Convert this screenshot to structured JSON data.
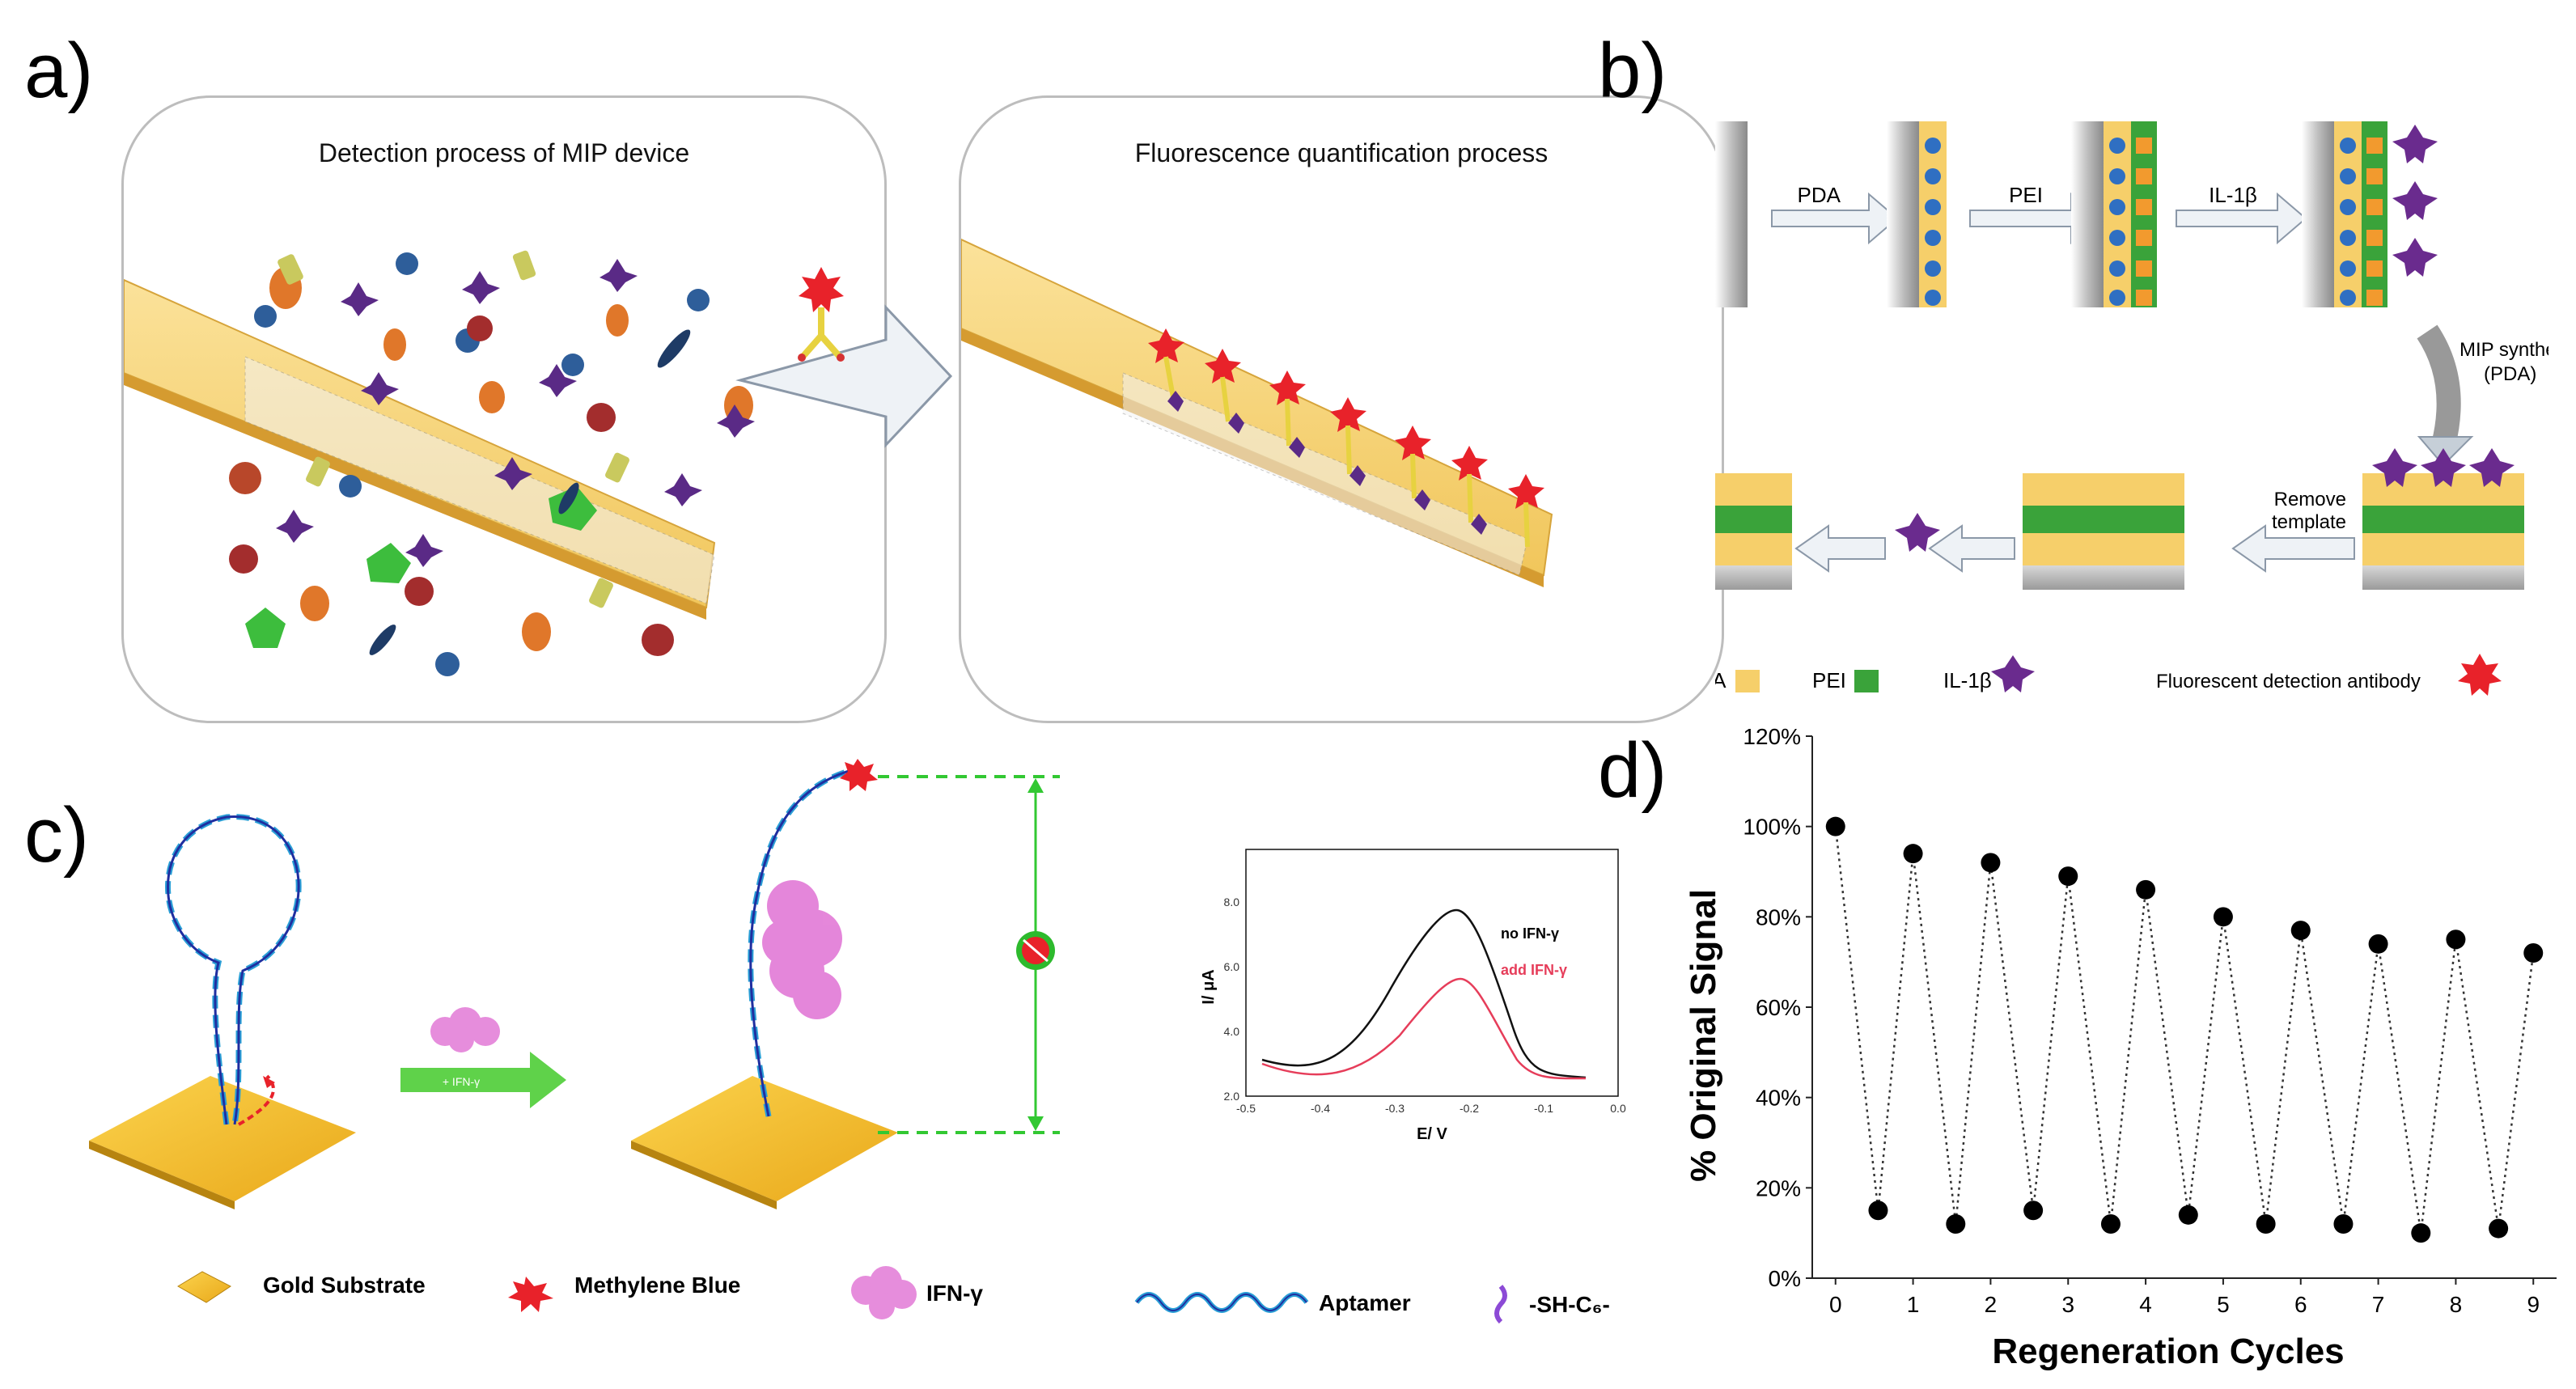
{
  "panels": {
    "a": {
      "label": "a)",
      "left_title": "Detection process of MIP device",
      "right_title": "Fluorescence quantification process"
    },
    "b": {
      "label": "b)",
      "step_pda": "PDA",
      "step_pei": "PEI",
      "step_il": "IL-1β",
      "mip_synthesis": "MIP synthesis",
      "mip_synthesis_sub": "(PDA)",
      "remove_template": "Remove",
      "remove_template_2": "template",
      "legend": {
        "pda": "PDA",
        "pei": "PEI",
        "il": "IL-1β",
        "antibody": "Fluorescent detection antibody"
      },
      "colors": {
        "pda": "#f6cf6a",
        "pei": "#3aa33a",
        "il": "#6a2b8e",
        "antibody": "#e8222a"
      }
    },
    "c": {
      "label": "c)",
      "arrow_label": "+ IFN-γ",
      "legend": {
        "gold": "Gold Substrate",
        "mb": "Methylene Blue",
        "ifn": "IFN-γ",
        "aptamer": "Aptamer",
        "sh": "-SH-C₆-"
      },
      "inset": {
        "xlabel": "E/ V",
        "ylabel": "I/ μA",
        "legend_no": "no IFN-γ",
        "legend_add": "add IFN-γ",
        "xticks": [
          "-0.5",
          "-0.4",
          "-0.3",
          "-0.2",
          "-0.1",
          "0.0"
        ],
        "yticks": [
          "2.0",
          "4.0",
          "6.0",
          "8.0"
        ]
      }
    },
    "d": {
      "label": "d)"
    }
  },
  "chart_data": {
    "type": "scatter",
    "xlabel": "Regeneration Cycles",
    "ylabel": "% Original Signal",
    "xticks": [
      "0",
      "1",
      "2",
      "3",
      "4",
      "5",
      "6",
      "7",
      "8",
      "9"
    ],
    "yticks": [
      "0%",
      "20%",
      "40%",
      "60%",
      "80%",
      "100%",
      "120%"
    ],
    "xlim": [
      -0.3,
      9.3
    ],
    "ylim": [
      0,
      120
    ],
    "line_style": "dotted",
    "points": [
      {
        "x": 0,
        "y": 100
      },
      {
        "x": 0.55,
        "y": 15
      },
      {
        "x": 1,
        "y": 94
      },
      {
        "x": 1.55,
        "y": 12
      },
      {
        "x": 2,
        "y": 92
      },
      {
        "x": 2.55,
        "y": 15
      },
      {
        "x": 3,
        "y": 89
      },
      {
        "x": 3.55,
        "y": 12
      },
      {
        "x": 4,
        "y": 86
      },
      {
        "x": 4.55,
        "y": 14
      },
      {
        "x": 5,
        "y": 80
      },
      {
        "x": 5.55,
        "y": 12
      },
      {
        "x": 6,
        "y": 77
      },
      {
        "x": 6.55,
        "y": 12
      },
      {
        "x": 7,
        "y": 74
      },
      {
        "x": 7.55,
        "y": 10
      },
      {
        "x": 8,
        "y": 75
      },
      {
        "x": 8.55,
        "y": 11
      },
      {
        "x": 9,
        "y": 72
      }
    ]
  }
}
